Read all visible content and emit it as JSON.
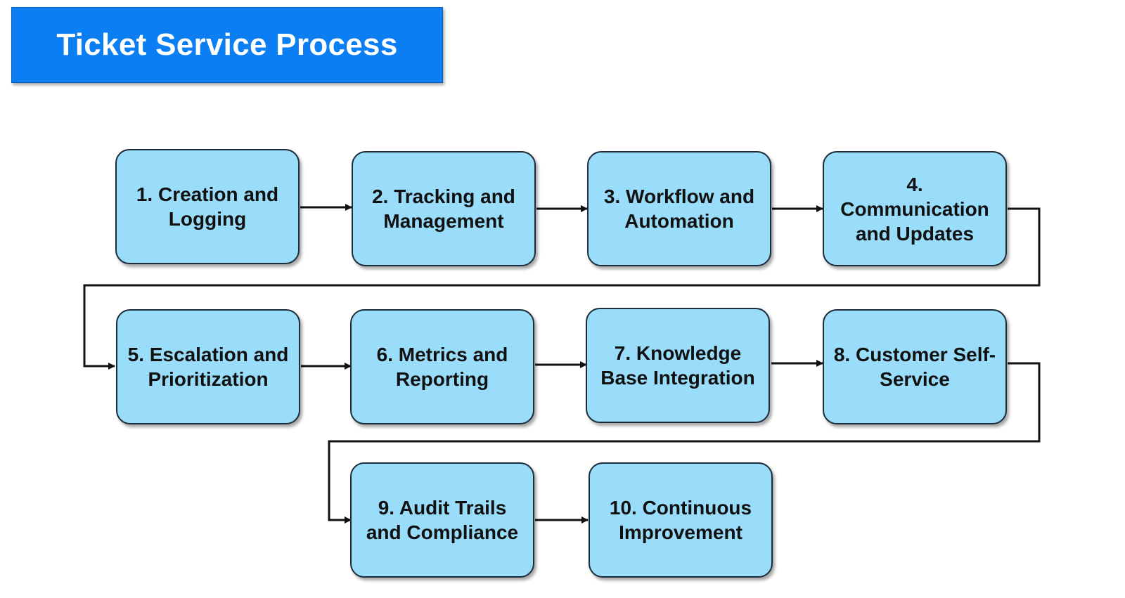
{
  "title": "Ticket Service Process",
  "colors": {
    "title_background": "#0a7ef2",
    "title_text": "#ffffff",
    "box_fill": "#99ddfa",
    "box_border": "#1c2c3a",
    "connector": "#111111"
  },
  "steps": [
    {
      "label": "1. Creation and Logging"
    },
    {
      "label": "2. Tracking and Management"
    },
    {
      "label": "3. Workflow and Automation"
    },
    {
      "label": "4. Communication and Updates"
    },
    {
      "label": "5. Escalation and Prioritization"
    },
    {
      "label": "6. Metrics and Reporting"
    },
    {
      "label": "7. Knowledge Base Integration"
    },
    {
      "label": "8. Customer Self-Service"
    },
    {
      "label": "9. Audit Trails and Compliance"
    },
    {
      "label": "10. Continuous Improvement"
    }
  ]
}
